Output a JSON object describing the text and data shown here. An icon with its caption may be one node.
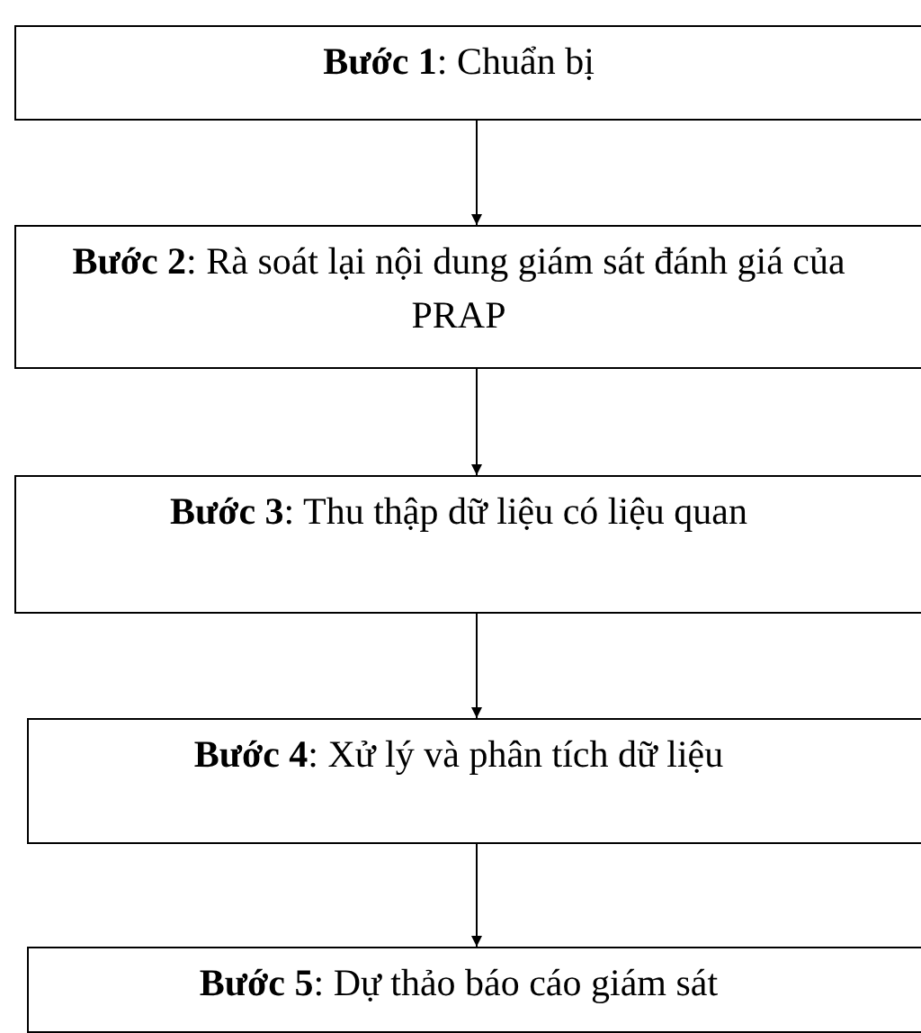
{
  "diagram": {
    "nodes": [
      {
        "text": [
          "**Bước 1**: Chuẩn bị"
        ]
      },
      {
        "text": [
          "**Bước 2**: Rà soát lại nội dung giám sát đánh giá của PRAP"
        ]
      },
      {
        "text": [
          "**Bước 3**: Thu thập dữ liệu có liệu quan"
        ]
      },
      {
        "text": [
          "**Bước 4**: Xử lý và phân tích dữ liệu"
        ]
      },
      {
        "text": [
          "**Bước 5**: Dự thảo báo cáo giám sát"
        ]
      }
    ],
    "edges": [
      {
        "from": 0,
        "to": 1,
        "arrow": "to"
      },
      {
        "from": 1,
        "to": 2,
        "arrow": "to"
      },
      {
        "from": 2,
        "to": 3,
        "arrow": "to"
      },
      {
        "from": 3,
        "to": 4,
        "arrow": "to"
      }
    ]
  }
}
